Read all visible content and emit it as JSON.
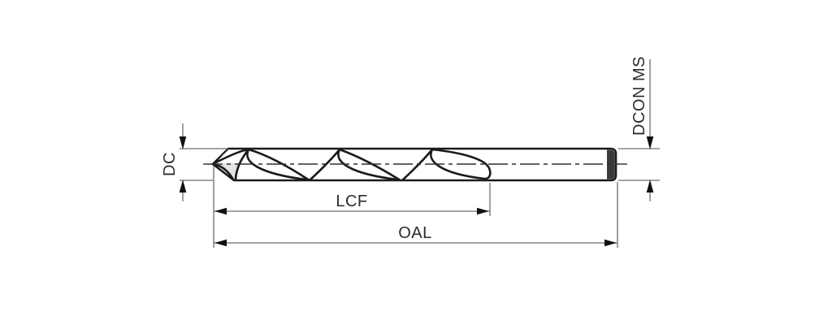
{
  "diagram": {
    "kind": "technical-dimension-drawing",
    "labels": {
      "dc": "DC",
      "lcf": "LCF",
      "oal": "OAL",
      "dcon_ms": "DCON MS"
    },
    "colors": {
      "background": "#ffffff",
      "outline": "#1a1a1a",
      "dimension_lines": "#6e6e6e",
      "arrowheads": "#111111",
      "label_text": "#2b2b2b",
      "metal_highlight": "#f7f7f7",
      "metal_shadow": "#757575",
      "shank_end_cap": "#3a3a3a"
    }
  }
}
